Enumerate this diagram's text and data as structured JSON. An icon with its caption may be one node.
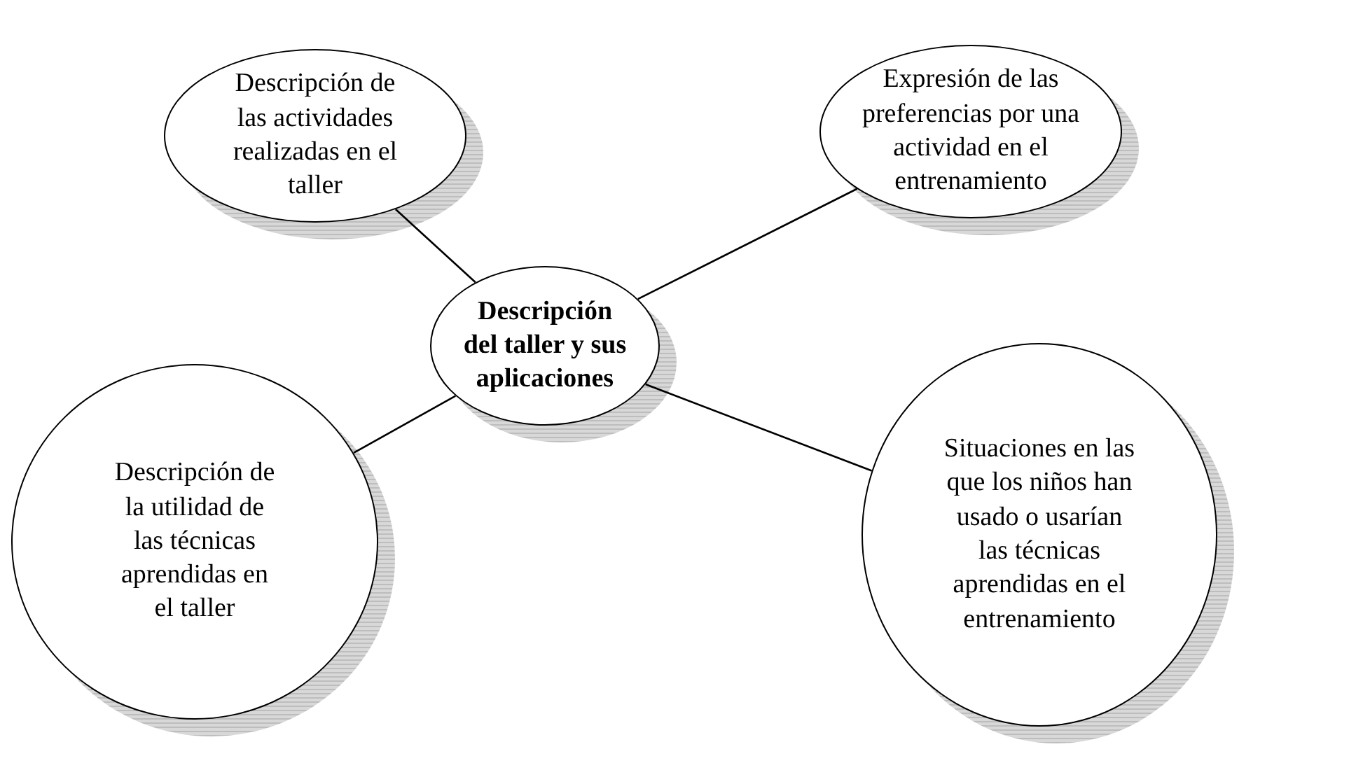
{
  "diagram": {
    "nodes": [
      {
        "text": [
          "Descripción de las actividades realizadas en el taller"
        ]
      },
      {
        "text": [
          "Expresión de las preferencias por una actividad en el entrenamiento"
        ]
      },
      {
        "text": [
          "Descripción del taller y sus aplicaciones"
        ]
      },
      {
        "text": [
          "Descripción de la utilidad de las técnicas aprendidas en el taller"
        ]
      },
      {
        "text": [
          "Situaciones en las que los niños han usado o usarían las técnicas aprendidas en el entrenamiento"
        ]
      }
    ],
    "edges": [
      {
        "from": 2,
        "to": 0,
        "arrow": "none"
      },
      {
        "from": 2,
        "to": 1,
        "arrow": "none"
      },
      {
        "from": 2,
        "to": 3,
        "arrow": "none"
      },
      {
        "from": 2,
        "to": 4,
        "arrow": "none"
      }
    ]
  }
}
